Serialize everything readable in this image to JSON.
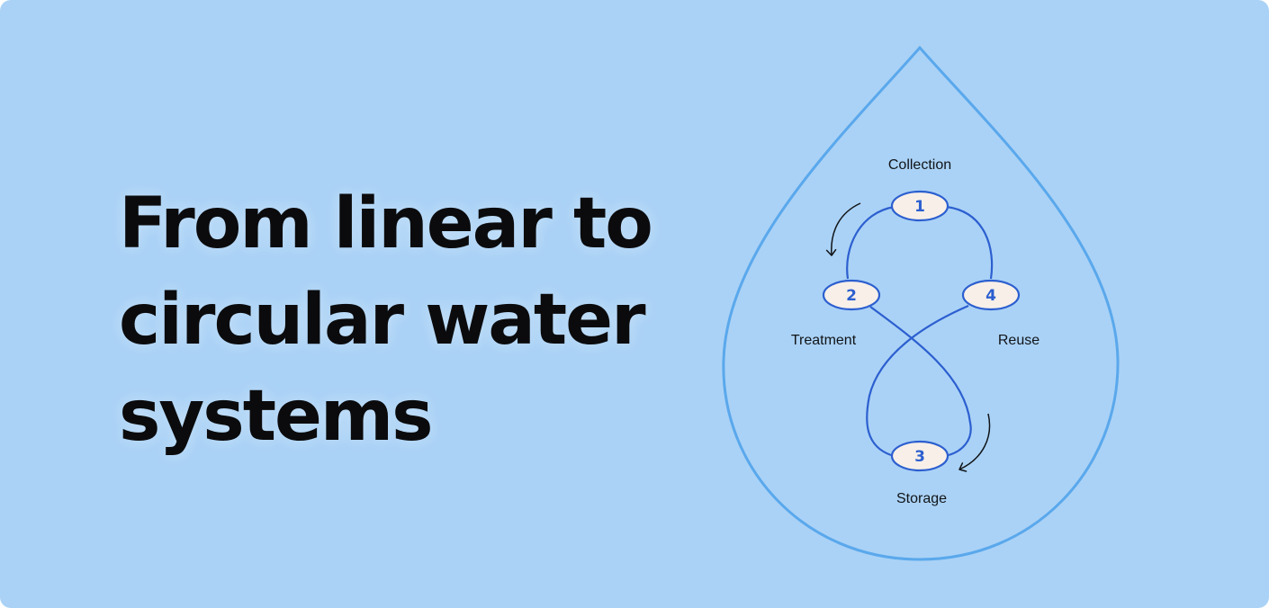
{
  "headline": {
    "line1": "From linear to",
    "line2": "circular water",
    "line3": "systems"
  },
  "cycle": {
    "steps": [
      {
        "number": "1",
        "label": "Collection"
      },
      {
        "number": "2",
        "label": "Treatment"
      },
      {
        "number": "3",
        "label": "Storage"
      },
      {
        "number": "4",
        "label": "Reuse"
      }
    ]
  },
  "colors": {
    "background": "#aad2f6",
    "drop_outline": "#5aa8ec",
    "loop_line": "#2c5fd0",
    "node_fill": "#f8f0e8",
    "text": "#0b0b0d"
  }
}
